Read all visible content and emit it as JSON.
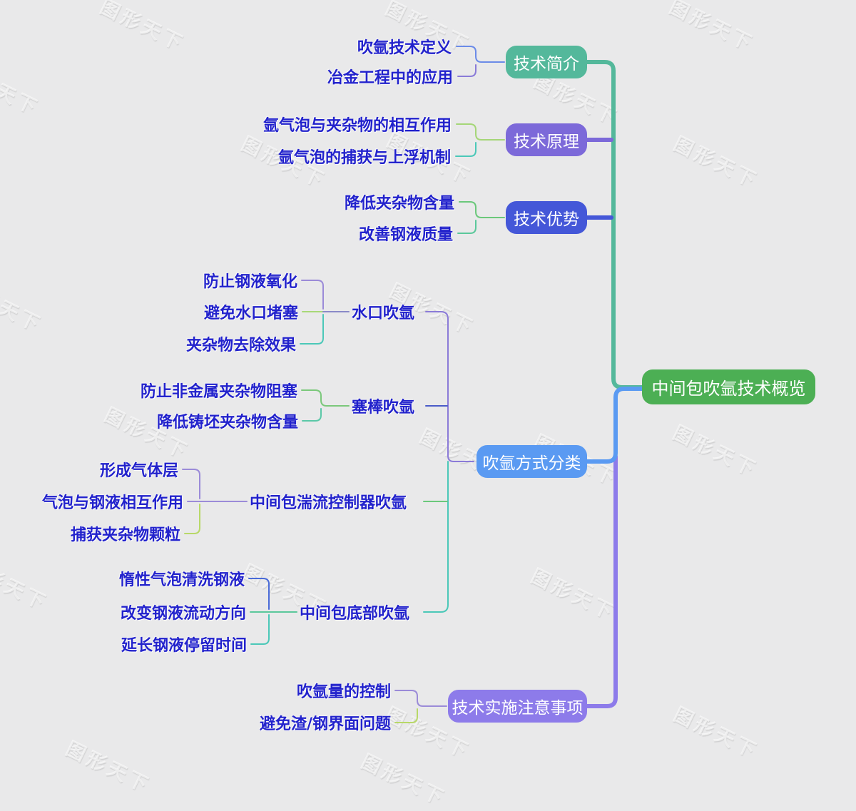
{
  "watermark": {
    "text": "图形天下"
  },
  "palette": {
    "background": "#e9e9ea",
    "root_green": "#4caf54",
    "intro_teal": "#54b89b",
    "principle_purple": "#7c69d9",
    "advantage_blue": "#4457d8",
    "methods_blue": "#5a9af2",
    "notes_purple": "#8d7bea",
    "leaf_text_blue": "#2222cc"
  },
  "root": {
    "label": "中间包吹氩技术概览",
    "color": "#4caf54"
  },
  "branches": [
    {
      "label": "技术简介",
      "color": "#54b89b",
      "children": [
        {
          "label": "吹氩技术定义"
        },
        {
          "label": "冶金工程中的应用"
        }
      ]
    },
    {
      "label": "技术原理",
      "color": "#7c69d9",
      "children": [
        {
          "label": "氩气泡与夹杂物的相互作用"
        },
        {
          "label": "氩气泡的捕获与上浮机制"
        }
      ]
    },
    {
      "label": "技术优势",
      "color": "#4457d8",
      "children": [
        {
          "label": "降低夹杂物含量"
        },
        {
          "label": "改善钢液质量"
        }
      ]
    },
    {
      "label": "吹氩方式分类",
      "color": "#5a9af2",
      "children": [
        {
          "label": "水口吹氩",
          "children": [
            {
              "label": "防止钢液氧化"
            },
            {
              "label": "避免水口堵塞"
            },
            {
              "label": "夹杂物去除效果"
            }
          ]
        },
        {
          "label": "塞棒吹氩",
          "children": [
            {
              "label": "防止非金属夹杂物阻塞"
            },
            {
              "label": "降低铸坯夹杂物含量"
            }
          ]
        },
        {
          "label": "中间包湍流控制器吹氩",
          "children": [
            {
              "label": "形成气体层"
            },
            {
              "label": "气泡与钢液相互作用"
            },
            {
              "label": "捕获夹杂物颗粒"
            }
          ]
        },
        {
          "label": "中间包底部吹氩",
          "children": [
            {
              "label": "惰性气泡清洗钢液"
            },
            {
              "label": "改变钢液流动方向"
            },
            {
              "label": "延长钢液停留时间"
            }
          ]
        }
      ]
    },
    {
      "label": "技术实施注意事项",
      "color": "#8d7bea",
      "children": [
        {
          "label": "吹氩量的控制"
        },
        {
          "label": "避免渣/钢界面问题"
        }
      ]
    }
  ]
}
